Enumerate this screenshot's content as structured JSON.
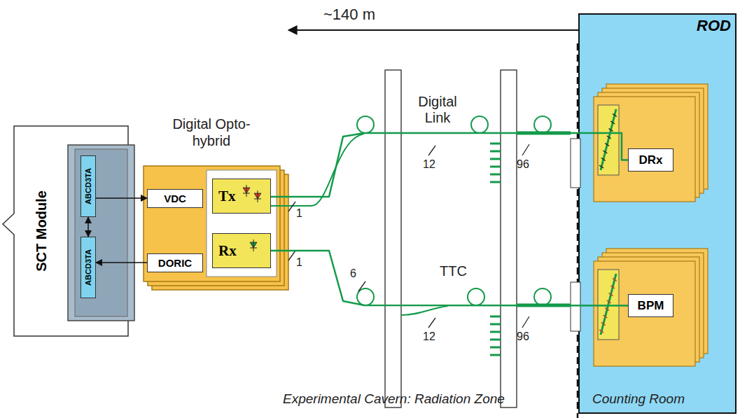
{
  "diagram": {
    "nodes": [
      {
        "text": [
          "SCT Module"
        ]
      },
      {
        "text": [
          "ABCD3TA"
        ]
      },
      {
        "text": [
          "ABCD3TA"
        ]
      },
      {
        "text": [
          "Digital Opto-hybrid"
        ]
      },
      {
        "text": [
          "VDC"
        ],
        "in": 3
      },
      {
        "text": [
          "DORIC"
        ],
        "in": 3
      },
      {
        "text": [
          "Tx"
        ],
        "in": 3
      },
      {
        "text": [
          "Rx"
        ],
        "in": 3
      },
      {
        "text": [
          "ROD"
        ]
      },
      {
        "text": [
          "DRx"
        ],
        "in": 8
      },
      {
        "text": [
          "BPM"
        ],
        "in": 8
      }
    ],
    "edges": [
      {
        "from": 1,
        "to": 2,
        "arrow": "both"
      },
      {
        "from": 1,
        "to": 4,
        "arrow": "to"
      },
      {
        "from": 5,
        "to": 2,
        "arrow": "to"
      },
      {
        "from": 6,
        "to": 9,
        "arrow": "none"
      },
      {
        "from": 7,
        "to": 10,
        "arrow": "none"
      }
    ],
    "labels": [
      "~140 m",
      "Digital Link",
      "TTC",
      "1",
      "1",
      "6",
      "12",
      "12",
      "96",
      "96",
      "Experimental Cavern: Radiation Zone",
      "Counting Room"
    ]
  }
}
